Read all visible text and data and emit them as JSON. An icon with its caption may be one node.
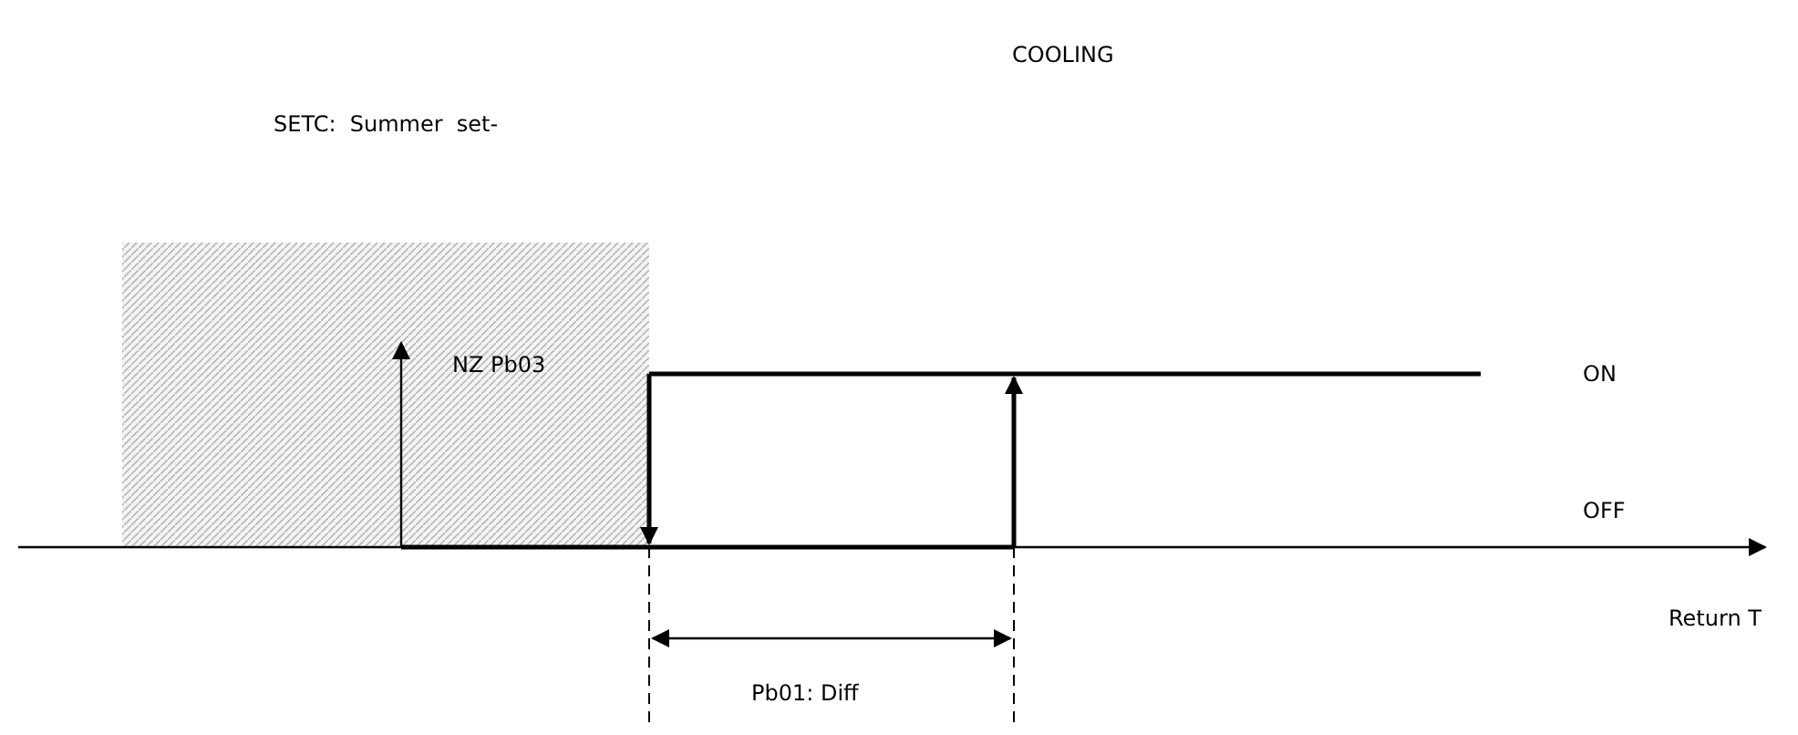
{
  "diagram": {
    "title": "COOLING",
    "labels": [
      "SETC:  Summer  set-",
      "NZ Pb03",
      "ON",
      "OFF",
      "Return T",
      "Pb01: Diff"
    ]
  }
}
